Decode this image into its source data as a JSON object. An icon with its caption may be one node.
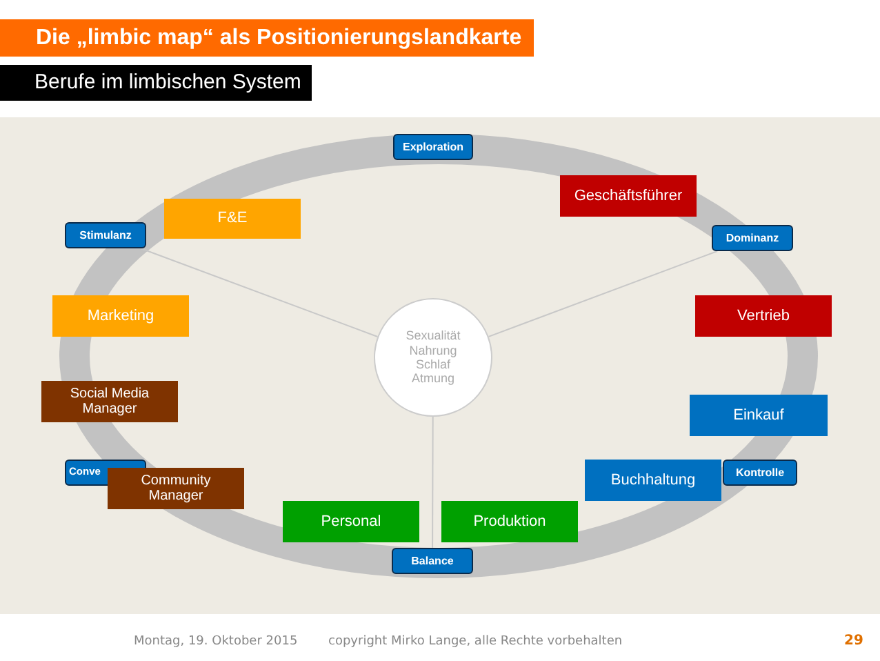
{
  "diagram": {
    "title": "Die „limbic map“ als Positionierungslandkarte",
    "nodes": [
      {
        "text": [
          "Exploration"
        ]
      },
      {
        "text": [
          "Geschäftsführer"
        ]
      },
      {
        "text": [
          "Stimulanz"
        ]
      },
      {
        "text": [
          "F&E"
        ]
      },
      {
        "text": [
          "Dominanz"
        ]
      },
      {
        "text": [
          "Marketing"
        ]
      },
      {
        "text": [
          "Sexualität Nahrung Schlaf Atmung"
        ]
      },
      {
        "text": [
          "Vertrieb"
        ]
      },
      {
        "text": [
          "Social Media Manager"
        ]
      },
      {
        "text": [
          "Einkauf"
        ]
      },
      {
        "text": [
          "Conve"
        ]
      },
      {
        "text": [
          "Community Manager"
        ]
      },
      {
        "text": [
          "Buchhaltung"
        ]
      },
      {
        "text": [
          "Kontrolle"
        ]
      },
      {
        "text": [
          "Personal"
        ]
      },
      {
        "text": [
          "Produktion"
        ]
      },
      {
        "text": [
          "Balance"
        ]
      }
    ],
    "edges": [
      {
        "from": 6,
        "to": 2,
        "arrow": "none"
      },
      {
        "from": 6,
        "to": 4,
        "arrow": "none"
      },
      {
        "from": 6,
        "to": 16,
        "arrow": "none"
      }
    ],
    "labels": [
      "Berufe im limbischen System",
      "Montag, 19. Oktober 2015",
      "copyright Mirko Lange, alle Rechte vorbehalten",
      "29"
    ]
  }
}
